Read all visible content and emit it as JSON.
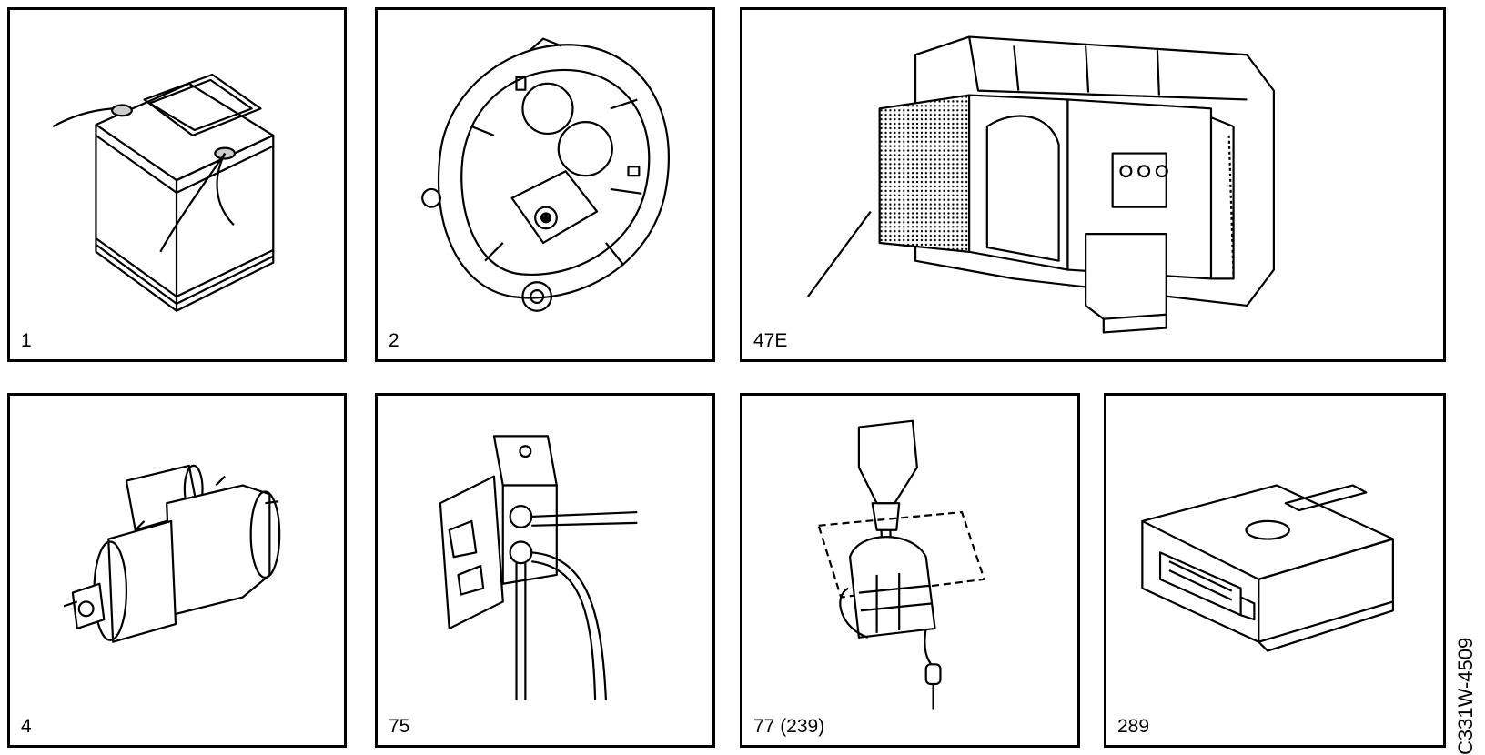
{
  "panels": [
    {
      "label": "1",
      "icon": "battery-icon"
    },
    {
      "label": "2",
      "icon": "alternator-icon"
    },
    {
      "label": "47E",
      "icon": "instrument-cluster-icon"
    },
    {
      "label": "4",
      "icon": "starter-motor-icon"
    },
    {
      "label": "75",
      "icon": "terminal-connector-icon"
    },
    {
      "label": "77 (239)",
      "icon": "gear-selector-icon"
    },
    {
      "label": "289",
      "icon": "control-unit-icon"
    }
  ],
  "reference_code": "C331W-4509"
}
